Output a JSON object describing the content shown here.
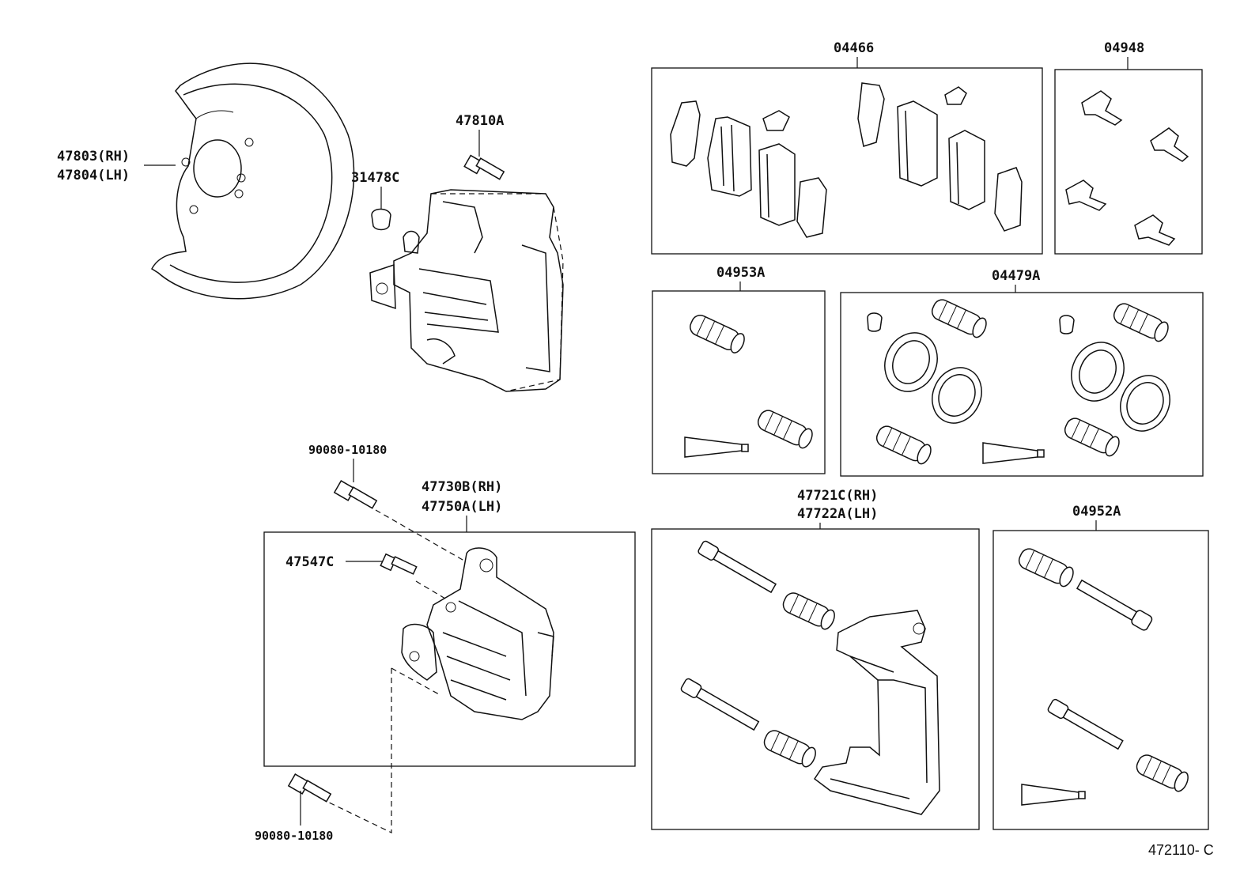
{
  "diagram_ref": "472110- C",
  "parts": {
    "backing_plate_rh": "47803(RH)",
    "backing_plate_lh": "47804(LH)",
    "bolt_47810a": "47810A",
    "cap_31478c": "31478C",
    "pad_kit": "04466",
    "anti_squeal_kit": "04948",
    "boot_kit_04953a": "04953A",
    "cylinder_kit": "04479A",
    "bolt_top": "90080-10180",
    "caliper_rh": "47730B(RH)",
    "caliper_lh": "47750A(LH)",
    "bleeder_plug": "47547C",
    "bolt_bottom": "90080-10180",
    "mounting_rh": "47721C(RH)",
    "mounting_lh": "47722A(LH)",
    "boot_kit_04952a": "04952A"
  }
}
